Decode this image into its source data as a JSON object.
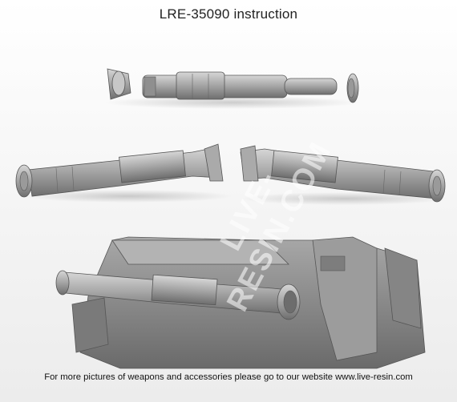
{
  "title": "LRE-35090 instruction",
  "footer": "For more pictures of weapons and accessories please go to our website www.live-resin.com",
  "watermark": "LIVE-RESIN.COM",
  "colors": {
    "part_light": "#b9b9b9",
    "part_mid": "#9a9a9a",
    "part_dark": "#6f6f6f",
    "turret": "#8e8e8e"
  }
}
